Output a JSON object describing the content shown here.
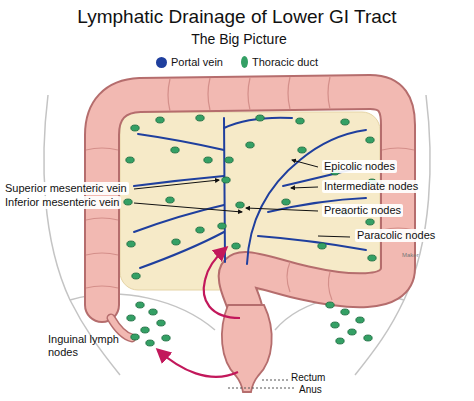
{
  "diagram": {
    "title": "Lymphatic Drainage of Lower GI Tract",
    "labels": [
      "The Big Picture",
      "Superior mesenteric vein",
      "Inferior mesenteric vein",
      "Epicolic nodes",
      "Intermediate nodes",
      "Preaortic nodes",
      "Paracolic nodes",
      "Inguinal lymph nodes",
      "Rectum",
      "Anus",
      "Maker"
    ],
    "legend": [
      {
        "text": "Portal vein",
        "color": "#1f3f9e"
      },
      {
        "text": "Thoracic duct",
        "color": "#34a065"
      }
    ]
  }
}
